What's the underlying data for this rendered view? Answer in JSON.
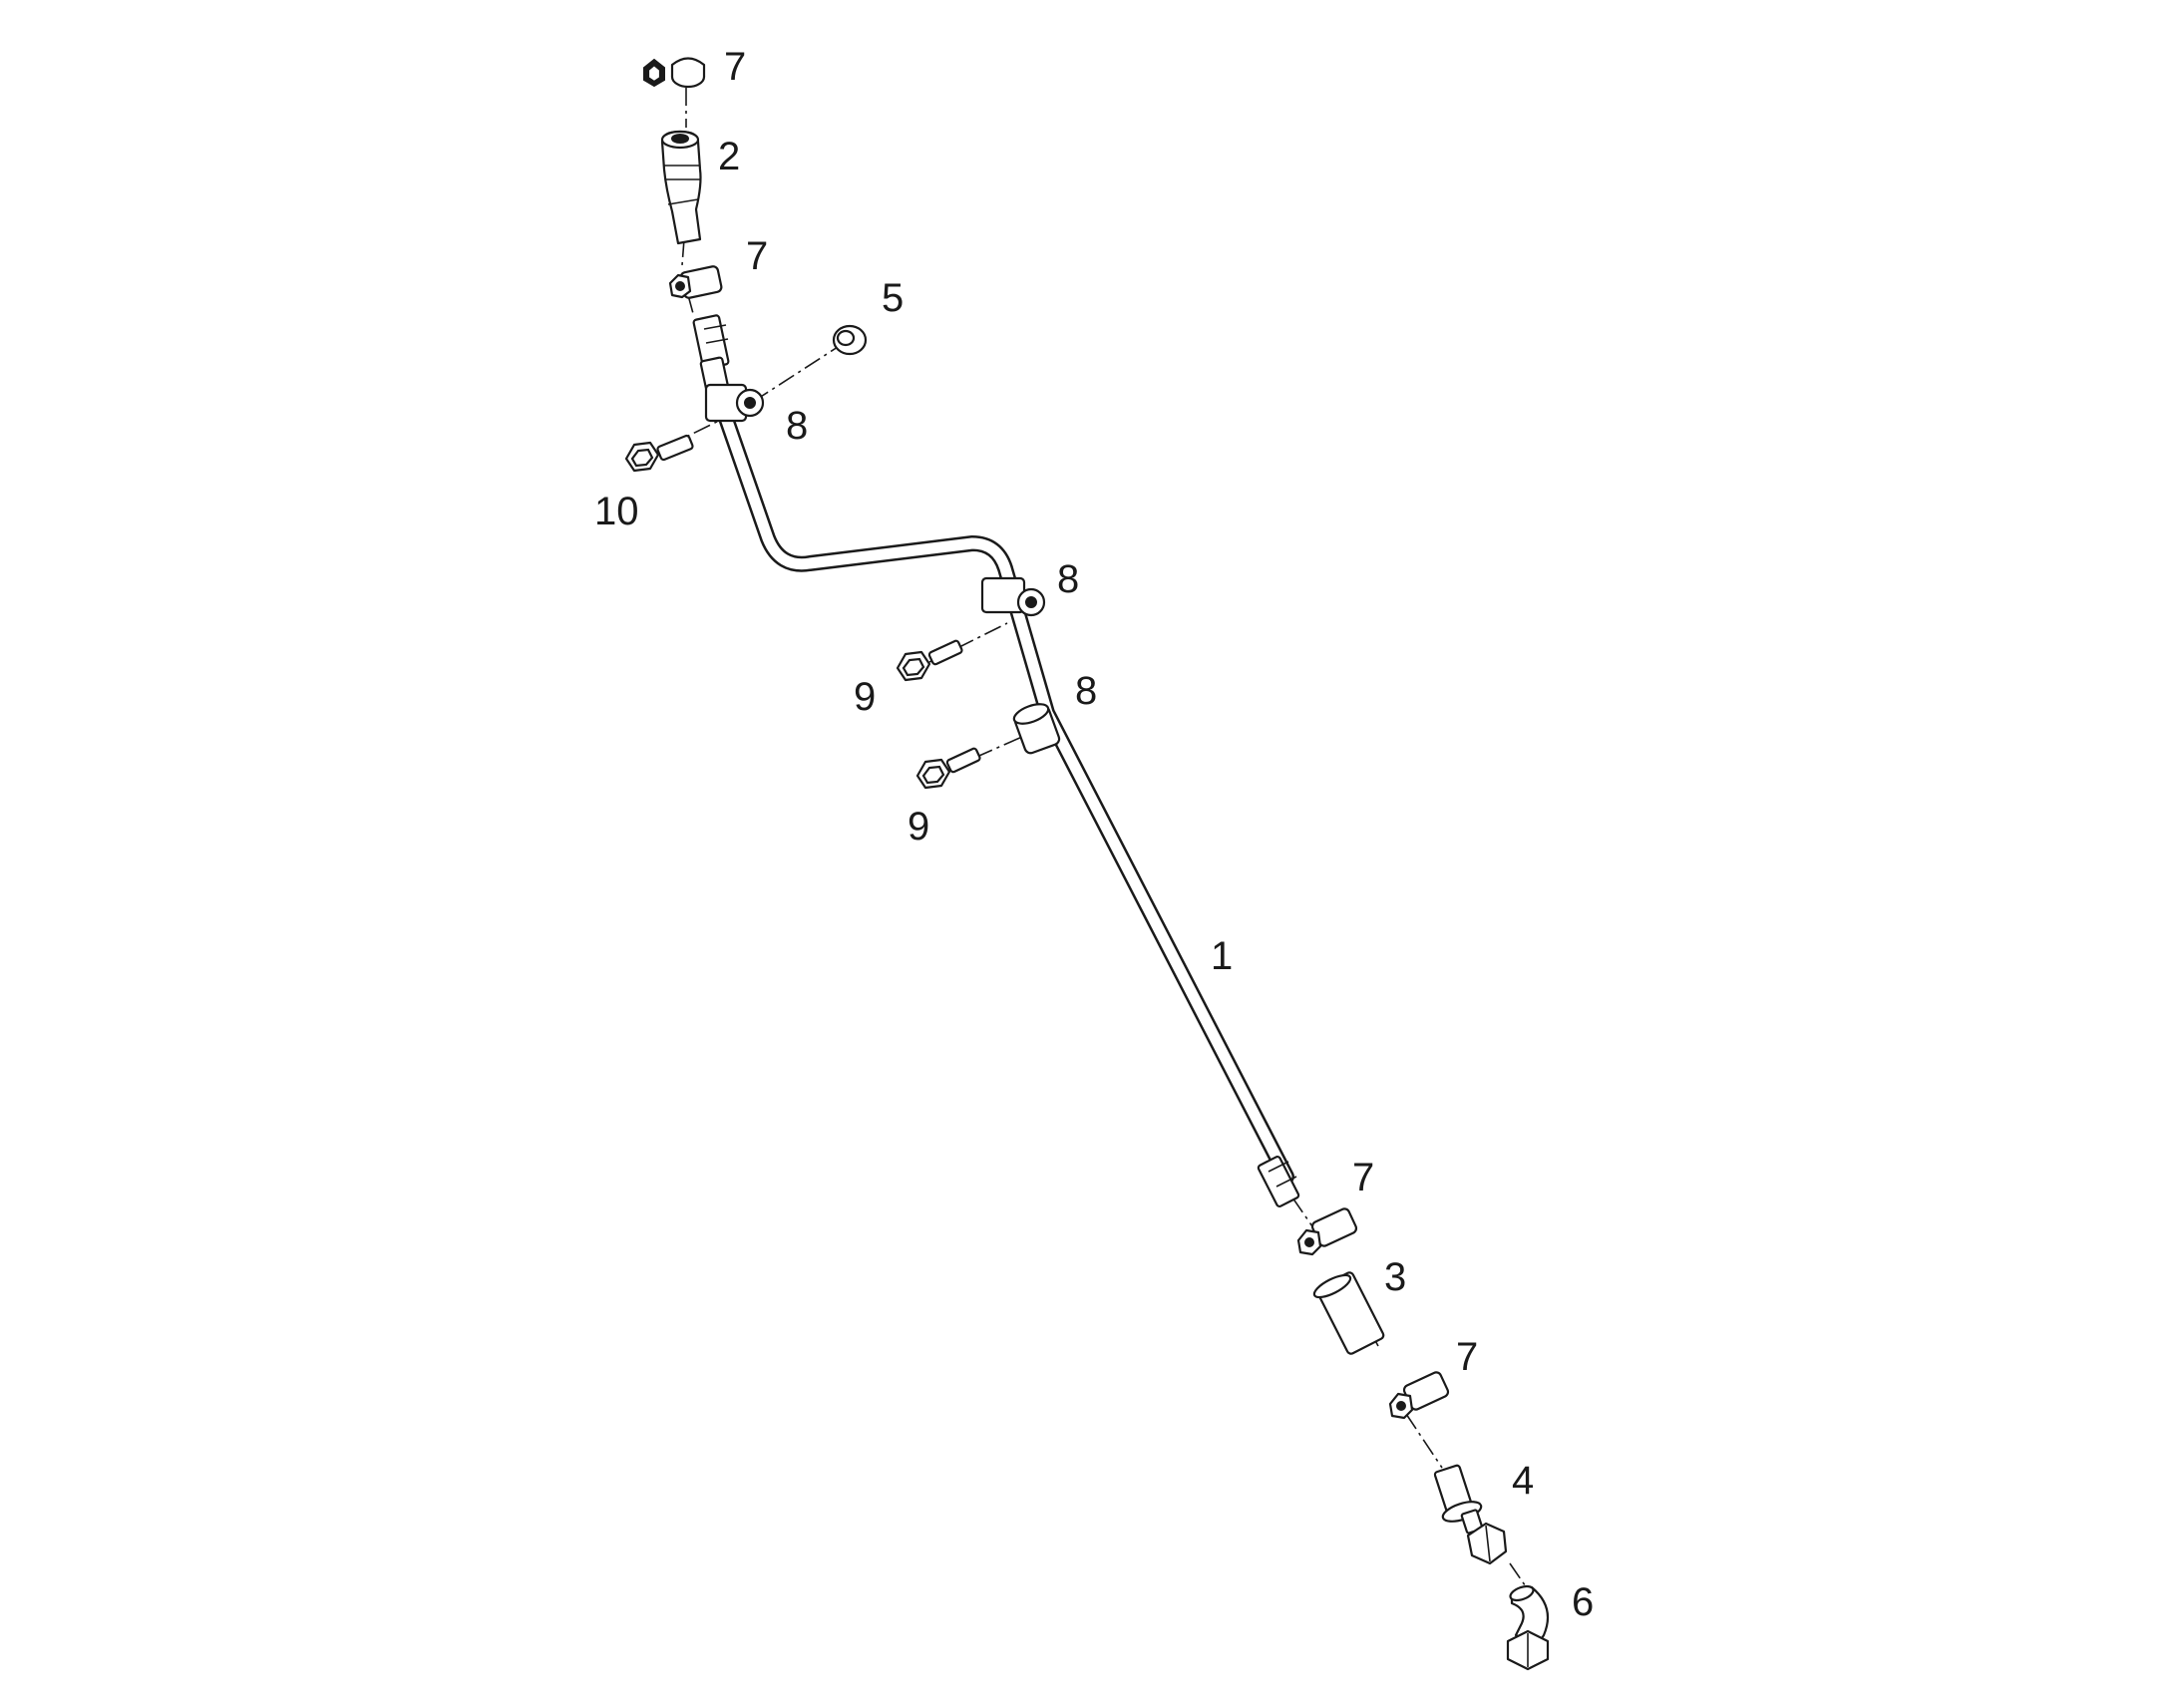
{
  "callouts": {
    "c1": "1",
    "c2": "2",
    "c3": "3",
    "c4": "4",
    "c5": "5",
    "c6": "6",
    "c7a": "7",
    "c7b": "7",
    "c7c": "7",
    "c7d": "7",
    "c8a": "8",
    "c8b": "8",
    "c8c": "8",
    "c9a": "9",
    "c9b": "9",
    "c10": "10"
  }
}
